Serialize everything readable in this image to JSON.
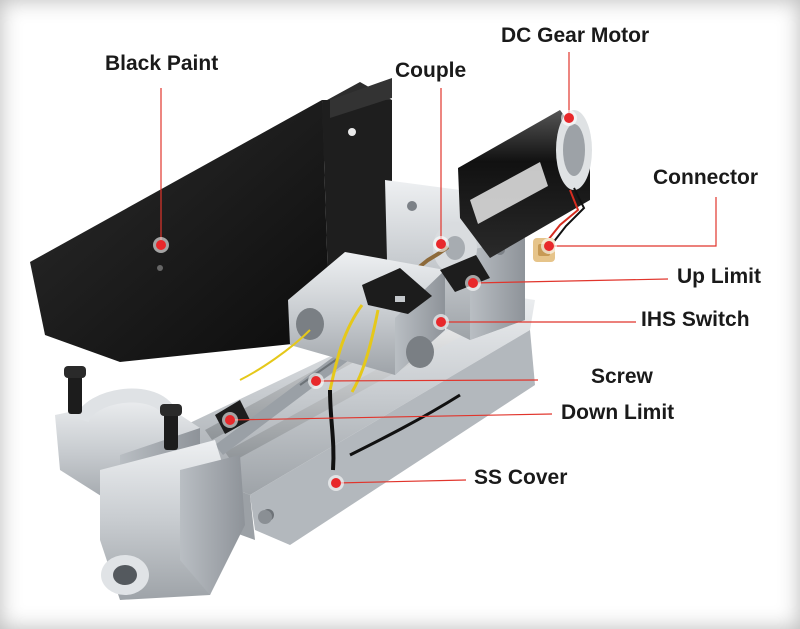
{
  "labels": {
    "black_paint": "Black Paint",
    "couple": "Couple",
    "dc_gear_motor": "DC Gear Motor",
    "connector": "Connector",
    "up_limit": "Up Limit",
    "ihs_switch": "IHS Switch",
    "screw": "Screw",
    "down_limit": "Down Limit",
    "ss_cover": "SS Cover"
  },
  "colors": {
    "callout_line": "#e1352c",
    "callout_dot": "#e8282b",
    "black_paint": "#161616",
    "aluminum": "#c9cdd1",
    "label_text": "#1a1a1a"
  }
}
